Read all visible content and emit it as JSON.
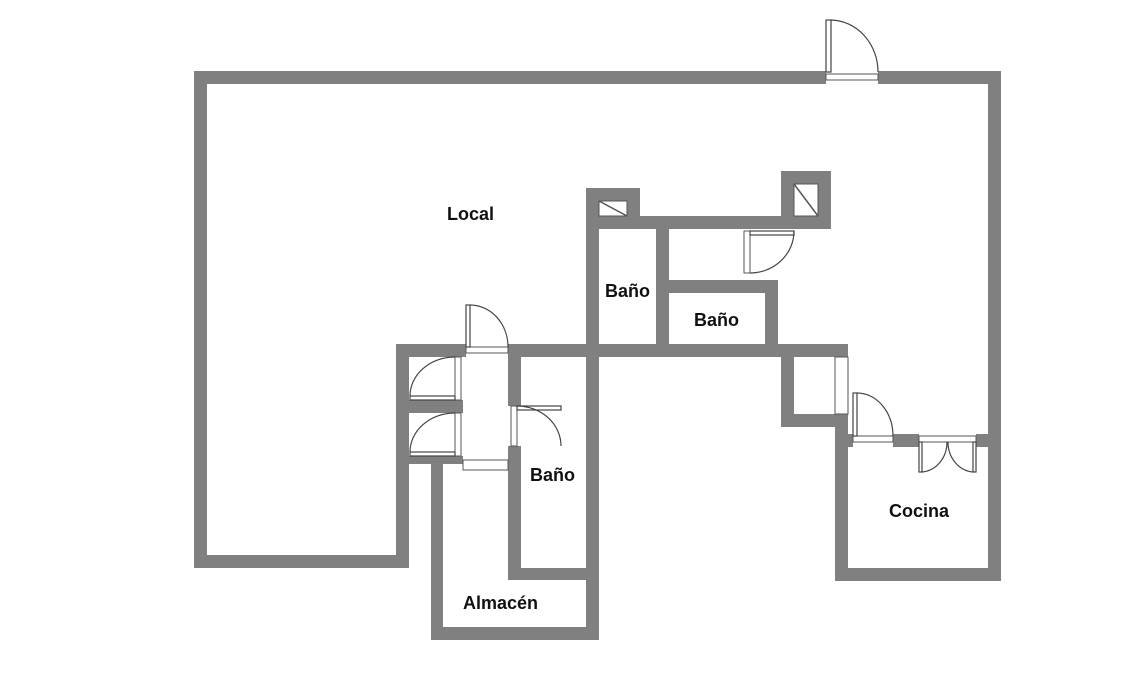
{
  "rooms": {
    "local": "Local",
    "bano_1": "Baño",
    "bano_2": "Baño",
    "bano_3": "Baño",
    "almacen": "Almacén",
    "cocina": "Cocina"
  },
  "colors": {
    "wall": "#808080",
    "background": "#ffffff",
    "text": "#111111"
  }
}
